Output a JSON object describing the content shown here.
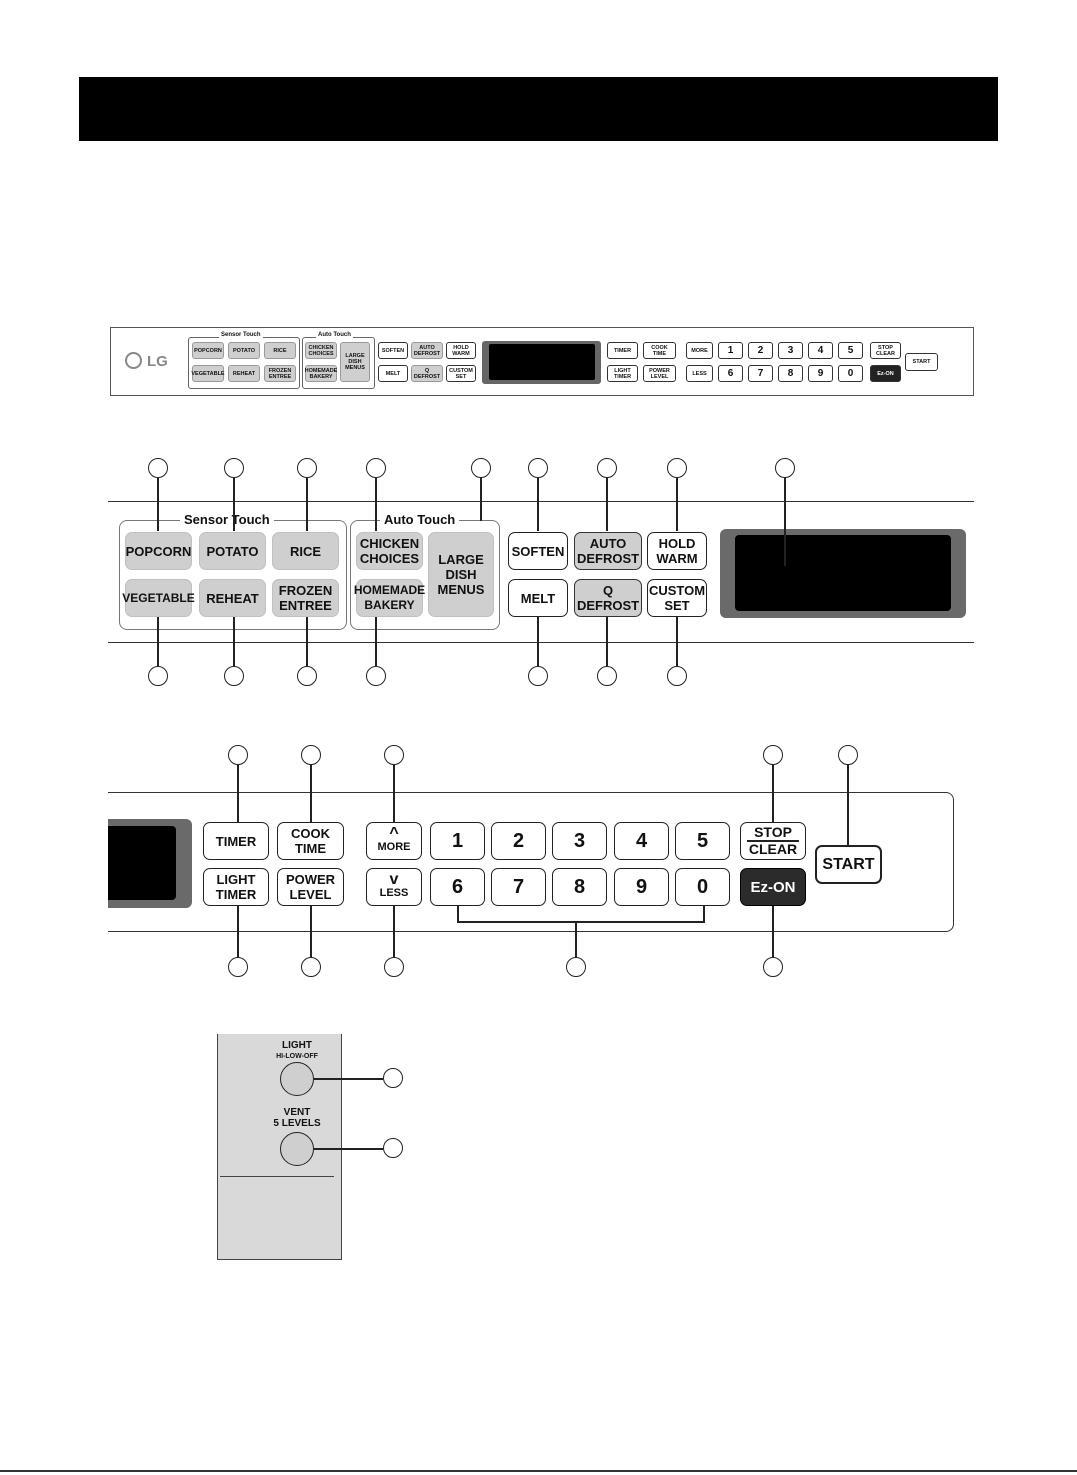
{
  "brand": {
    "logo_text": "LG"
  },
  "groups": {
    "sensor_touch": "Sensor Touch",
    "auto_touch": "Auto Touch"
  },
  "mini_panel": {
    "popcorn": "POPCORN",
    "potato": "POTATO",
    "rice": "RICE",
    "vegetable": "VEGETABLE",
    "reheat": "REHEAT",
    "frozen_entree": "FROZEN\nENTREE",
    "chicken_choices": "CHICKEN\nCHOICES",
    "homemade_bakery": "HOMEMADE\nBAKERY",
    "large_dish_menus": "LARGE\nDISH\nMENUS",
    "soften": "SOFTEN",
    "melt": "MELT",
    "auto_defrost": "AUTO\nDEFROST",
    "q_defrost": "Q\nDEFROST",
    "hold_warm": "HOLD\nWARM",
    "custom_set": "CUSTOM\nSET",
    "timer": "TIMER",
    "light_timer": "LIGHT\nTIMER",
    "cook_time": "COOK\nTIME",
    "power_level": "POWER\nLEVEL",
    "more": "MORE",
    "less": "LESS",
    "digits_top": [
      "1",
      "2",
      "3",
      "4",
      "5"
    ],
    "digits_bottom": [
      "6",
      "7",
      "8",
      "9",
      "0"
    ],
    "stop_clear": "STOP\nCLEAR",
    "ez_on": "Ez-ON",
    "start": "START"
  },
  "panel1": {
    "popcorn": "POPCORN",
    "potato": "POTATO",
    "rice": "RICE",
    "vegetable": "VEGETABLE",
    "reheat": "REHEAT",
    "frozen_entree": "FROZEN\nENTREE",
    "chicken_choices": "CHICKEN\nCHOICES",
    "homemade_bakery": "HOMEMADE\nBAKERY",
    "large_dish_menus": "LARGE\nDISH\nMENUS",
    "soften": "SOFTEN",
    "melt": "MELT",
    "auto_defrost": "AUTO\nDEFROST",
    "q": "Q",
    "defrost": "DEFROST",
    "hold_warm": "HOLD\nWARM",
    "custom_set": "CUSTOM\nSET"
  },
  "panel2": {
    "timer": "TIMER",
    "light_timer": "LIGHT\nTIMER",
    "cook_time": "COOK\nTIME",
    "power_level": "POWER\nLEVEL",
    "more_arrow": "^",
    "more": "MORE",
    "less_arrow": "v",
    "less": "LESS",
    "digits_top": [
      "1",
      "2",
      "3",
      "4",
      "5"
    ],
    "digits_bottom": [
      "6",
      "7",
      "8",
      "9",
      "0"
    ],
    "stop": "STOP",
    "clear": "CLEAR",
    "ez_on": "Ez-ON",
    "start": "START"
  },
  "side_controls": {
    "light": "LIGHT",
    "light_sub": "HI-LOW-OFF",
    "vent": "VENT",
    "vent_sub": "5 LEVELS"
  }
}
